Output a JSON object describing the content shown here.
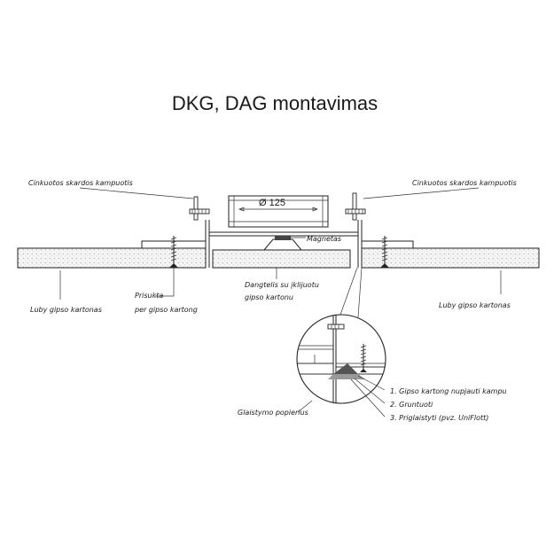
{
  "title": "DKG, DAG montavimas",
  "labels": {
    "angle_left": "Cinkuotos skardos kampuotis",
    "angle_right": "Cinkuotos skardos kampuotis",
    "diameter": "Ø 125",
    "magnet": "Magnetas",
    "board_left": "Luby gipso kartonas",
    "board_right": "Luby gipso kartonas",
    "screw_line1": "Prisukta",
    "screw_line2": "per gipso kartong",
    "lid_line1": "Dangtelis su įklijuotu",
    "lid_line2": "gipso kartonu",
    "paper": "Glaistymo popierius",
    "step1": "1. Gipso kartong nupjauti kampu",
    "step2": "2. Gruntuoti",
    "step3": "3. Priglaistyti (pvz. UniFlott)"
  }
}
